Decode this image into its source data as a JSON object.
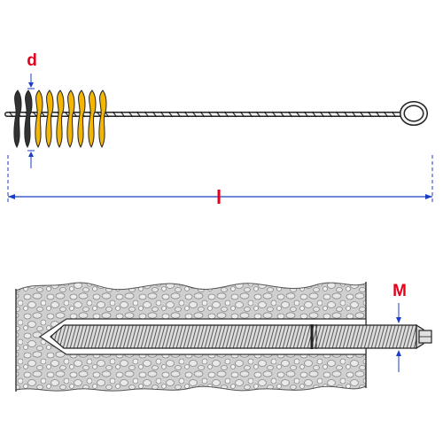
{
  "labels": {
    "diameter": "d",
    "length": "l",
    "thread": "M"
  },
  "colors": {
    "bristle_yellow": "#f2b705",
    "bristle_dark": "#333333",
    "dimension_blue": "#1a3fc4",
    "label_red": "#e3001b",
    "stone_fill": "#cfcfcf",
    "outline": "#222222"
  }
}
